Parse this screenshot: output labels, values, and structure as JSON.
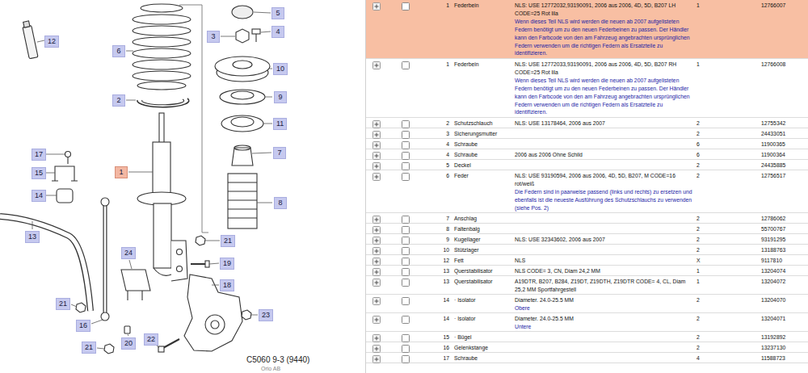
{
  "diagram": {
    "nodes": [
      {
        "text": [
          "5"
        ]
      },
      {
        "text": [
          "4"
        ]
      },
      {
        "text": [
          "3"
        ]
      },
      {
        "text": [
          "12"
        ]
      },
      {
        "text": [
          "6"
        ]
      },
      {
        "text": [
          "10"
        ]
      },
      {
        "text": [
          "9"
        ]
      },
      {
        "text": [
          "2"
        ]
      },
      {
        "text": [
          "11"
        ]
      },
      {
        "text": [
          "7"
        ]
      },
      {
        "text": [
          "17"
        ]
      },
      {
        "text": [
          "15"
        ]
      },
      {
        "text": [
          "1"
        ]
      },
      {
        "text": [
          "14"
        ]
      },
      {
        "text": [
          "8"
        ]
      },
      {
        "text": [
          "13"
        ]
      },
      {
        "text": [
          "21"
        ]
      },
      {
        "text": [
          "24"
        ]
      },
      {
        "text": [
          "19"
        ]
      },
      {
        "text": [
          "18"
        ]
      },
      {
        "text": [
          "21"
        ]
      },
      {
        "text": [
          "23"
        ]
      },
      {
        "text": [
          "16"
        ]
      },
      {
        "text": [
          "22"
        ]
      },
      {
        "text": [
          "20"
        ]
      },
      {
        "text": [
          "21"
        ]
      }
    ],
    "labels": [
      "C5060 9-3 (9440)",
      "Orio AB",
      "1",
      "Federbein",
      "NLS: USE 12772032,93190091, 2006 aus 2006, 4D, 5D, B207 LH CODE=25 Rot lila",
      "Wenn dieses Teil NLS wird werden die neuen ab 2007 aufgelisteten Federn benötigt um zu den neuen Federbeinen zu passen. Der Händler kann den Farbcode von den am Fahrzeug angebrachten ursprünglichen Federn verwenden um die richtigen Federn als Ersatzteile zu identifizieren.",
      "1",
      "12766007",
      "1",
      "Federbein",
      "NLS: USE 12772033,93190091, 2006 aus 2006, 4D, 5D, B207 RH CODE=25 Rot lila",
      "Wenn dieses Teil NLS wird werden die neuen ab 2007 aufgelisteten Federn benötigt um zu den neuen Federbeinen zu passen. Der Händler kann den Farbcode von den am Fahrzeug angebrachten ursprünglichen Federn verwenden um die richtigen Federn als Ersatzteile zu identifizieren.",
      "1",
      "12766008",
      "2",
      "Schutzschlauch",
      "NLS: USE 13178464, 2006 aus 2007",
      "2",
      "12755342",
      "3",
      "Sicherungsmutter",
      "2",
      "24433051",
      "4",
      "Schraube",
      "6",
      "11900365",
      "4",
      "Schraube",
      "2006 aus 2006 Ohne Schild",
      "6",
      "11900364",
      "5",
      "Deckel",
      "2",
      "24435885",
      "6",
      "Feder",
      "NLS: USE 93190594, 2006 aus 2006, 4D, 5D, B207, M CODE=16 rot/weiß",
      "Die Federn sind in paarweise passend (links und rechts) zu ersetzen und ebenfalls ist die neueste Ausführung des Schutzschlauchs zu verwenden (siehe Pos. 2)",
      "2",
      "12756517",
      "7",
      "Anschlag",
      "2",
      "12786062",
      "8",
      "Faltenbalg",
      "2",
      "55700767",
      "9",
      "Kugellager",
      "NLS: USE 32343602, 2006 aus 2007",
      "2",
      "93191295",
      "10",
      "Stützlager",
      "2",
      "13188763",
      "12",
      "Fett",
      "NLS",
      "X",
      "9117810",
      "13",
      "Querstabilisator",
      "NLS CODE= 3, CN, Diam 24,2 MM",
      "1",
      "13204074",
      "13",
      "Querstabilisator",
      "A19DTR, B207, B284, Z19DT, Z19DTH, Z19DTR CODE= 4, CL, Diam 25,2 MM Sportfahrgestell",
      "1",
      "13204072",
      "14",
      "· Isolator",
      "Diameter. 24.0-25.5 MM",
      "Obere",
      "2",
      "13204070",
      "14",
      "· Isolator",
      "Diameter. 24.0-25.5 MM",
      "Untere",
      "2",
      "13204071",
      "15",
      "· Bügel",
      "2",
      "13192892",
      "16",
      "Gelenkstange",
      "2",
      "13237130",
      "17",
      "Schraube",
      "4",
      "11588723"
    ]
  }
}
